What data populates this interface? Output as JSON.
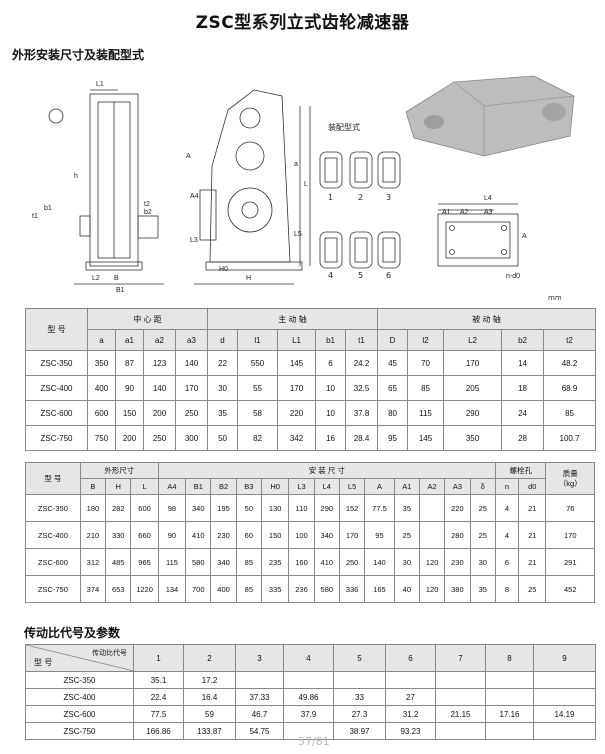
{
  "title": "ZSC型系列立式齿轮减速器",
  "subtitle": "外形安装尺寸及装配型式",
  "fig": {
    "assembly_label": "装配型式",
    "assembly_nums": [
      "1",
      "2",
      "3",
      "4",
      "5",
      "6"
    ],
    "dims": [
      "L1",
      "L2",
      "B",
      "B1",
      "H",
      "h",
      "a",
      "L",
      "A",
      "A4",
      "L3",
      "L5",
      "H0",
      "L4",
      "A1",
      "A2",
      "A3",
      "A",
      "n-d0",
      "t1",
      "b1",
      "t2",
      "b2"
    ]
  },
  "unit": "mm",
  "table1": {
    "header_model": "型  号",
    "group_center": "中 心 距",
    "group_input": "主 动 轴",
    "group_output": "被 动 轴",
    "cols": [
      "a",
      "a1",
      "a2",
      "a3",
      "d",
      "l1",
      "L1",
      "b1",
      "t1",
      "D",
      "l2",
      "L2",
      "b2",
      "t2"
    ],
    "rows": [
      {
        "model": "ZSC-350",
        "v": [
          "350",
          "87",
          "123",
          "140",
          "22",
          "550",
          "145",
          "6",
          "24.2",
          "45",
          "70",
          "170",
          "14",
          "48.2"
        ]
      },
      {
        "model": "ZSC-400",
        "v": [
          "400",
          "90",
          "140",
          "170",
          "30",
          "55",
          "170",
          "10",
          "32.5",
          "65",
          "85",
          "205",
          "18",
          "68.9"
        ]
      },
      {
        "model": "ZSC-600",
        "v": [
          "600",
          "150",
          "200",
          "250",
          "35",
          "58",
          "220",
          "10",
          "37.8",
          "80",
          "115",
          "290",
          "24",
          "85"
        ]
      },
      {
        "model": "ZSC-750",
        "v": [
          "750",
          "200",
          "250",
          "300",
          "50",
          "82",
          "342",
          "16",
          "28.4",
          "95",
          "145",
          "350",
          "28",
          "100.7"
        ]
      }
    ]
  },
  "table2": {
    "header_model": "型 号",
    "group_outline": "外形尺寸",
    "group_install": "安  装  尺  寸",
    "group_bolt": "螺栓孔",
    "header_mass": "质量\n（kg）",
    "cols": [
      "B",
      "H",
      "L",
      "A4",
      "B1",
      "B2",
      "B3",
      "H0",
      "L3",
      "L4",
      "L5",
      "A",
      "A1",
      "A2",
      "A3",
      "δ",
      "n",
      "d0"
    ],
    "rows": [
      {
        "model": "ZSC-350",
        "v": [
          "180",
          "282",
          "600",
          "98",
          "340",
          "195",
          "50",
          "130",
          "110",
          "290",
          "152",
          "77.5",
          "35",
          "",
          "220",
          "25",
          "4",
          "21"
        ],
        "mass": "76"
      },
      {
        "model": "ZSC-400",
        "v": [
          "210",
          "330",
          "660",
          "90",
          "410",
          "230",
          "60",
          "150",
          "100",
          "340",
          "170",
          "95",
          "25",
          "",
          "280",
          "25",
          "4",
          "21"
        ],
        "mass": "170"
      },
      {
        "model": "ZSC-600",
        "v": [
          "312",
          "485",
          "965",
          "115",
          "580",
          "340",
          "85",
          "235",
          "160",
          "410",
          "250",
          "140",
          "30",
          "120",
          "230",
          "30",
          "6",
          "21"
        ],
        "mass": "291"
      },
      {
        "model": "ZSC-750",
        "v": [
          "374",
          "653",
          "1220",
          "134",
          "700",
          "400",
          "85",
          "335",
          "236",
          "580",
          "336",
          "165",
          "40",
          "120",
          "380",
          "35",
          "8",
          "25"
        ],
        "mass": "452"
      }
    ]
  },
  "section2": "传动比代号及参数",
  "table3": {
    "header_code": "传动比代号",
    "header_model": "型  号",
    "cols": [
      "1",
      "2",
      "3",
      "4",
      "5",
      "6",
      "7",
      "8",
      "9"
    ],
    "rows": [
      {
        "model": "ZSC-350",
        "v": [
          "35.1",
          "17.2",
          "",
          "",
          "",
          "",
          "",
          "",
          ""
        ]
      },
      {
        "model": "ZSC-400",
        "v": [
          "22.4",
          "16.4",
          "37.33",
          "49.86",
          "33",
          "27",
          "",
          "",
          ""
        ]
      },
      {
        "model": "ZSC-600",
        "v": [
          "77.5",
          "59",
          "46.7",
          "37.9",
          "27.3",
          "31.2",
          "21.15",
          "17.16",
          "14.19"
        ]
      },
      {
        "model": "ZSC-750",
        "v": [
          "166.86",
          "133.87",
          "54.75",
          "",
          "38.97",
          "93.23",
          "",
          "",
          ""
        ]
      }
    ]
  },
  "page_no": "57/81"
}
